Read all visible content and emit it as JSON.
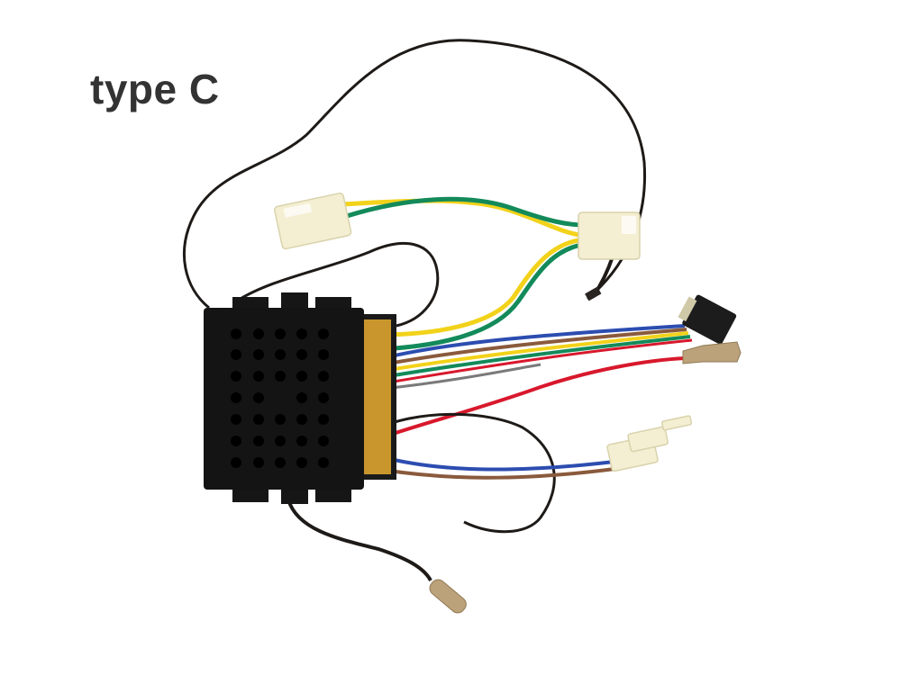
{
  "label": {
    "text": "type C"
  },
  "colors": {
    "background": "#ffffff",
    "label": "#333333",
    "box": "#141414",
    "pcb": "#c9962e",
    "wire_black": "#1e1a17",
    "wire_yellow": "#f2d21a",
    "wire_green": "#138a5a",
    "wire_red": "#d8182c",
    "wire_blue": "#2c4db0",
    "wire_brown": "#8a5a3c",
    "wire_grey": "#7a7a7a",
    "connector_white": "#f4efd2",
    "terminal_brass": "#bca27a"
  },
  "components": [
    {
      "name": "control-box",
      "description": "black ventilated control box with 5x7 hole grid"
    },
    {
      "name": "circuit-board",
      "description": "yellow PCB edge with wire solder points"
    },
    {
      "name": "connector-2pin-left",
      "description": "white 2-pin connector, yellow/green wires"
    },
    {
      "name": "connector-2pin-right",
      "description": "white 2-pin connector, yellow/green wires"
    },
    {
      "name": "multi-pin-plug",
      "description": "black multi-pin plug with blue/brown/yellow/green/red wires"
    },
    {
      "name": "spade-terminal-red",
      "description": "brass spade terminal on red wire"
    },
    {
      "name": "connector-2pin-bottom",
      "description": "white 2-pin connector, blue/brown wires"
    },
    {
      "name": "bullet-terminal-black",
      "description": "brass bullet terminal on black wire"
    }
  ]
}
